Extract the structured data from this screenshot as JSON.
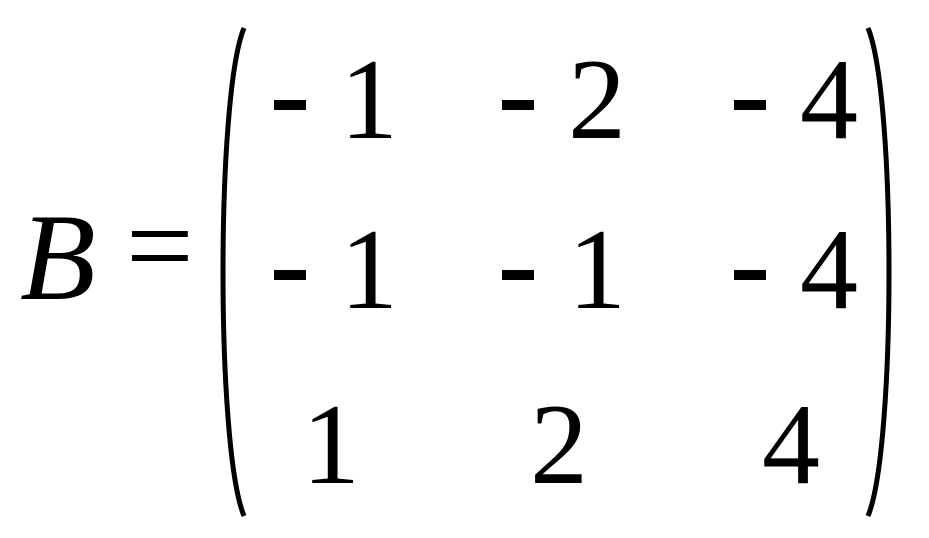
{
  "equation": {
    "variable": "B",
    "equals": "=",
    "matrix": {
      "rows": [
        [
          "-1",
          "-2",
          "-4"
        ],
        [
          "-1",
          "-1",
          "-4"
        ],
        [
          "1",
          "2",
          "4"
        ]
      ]
    }
  }
}
